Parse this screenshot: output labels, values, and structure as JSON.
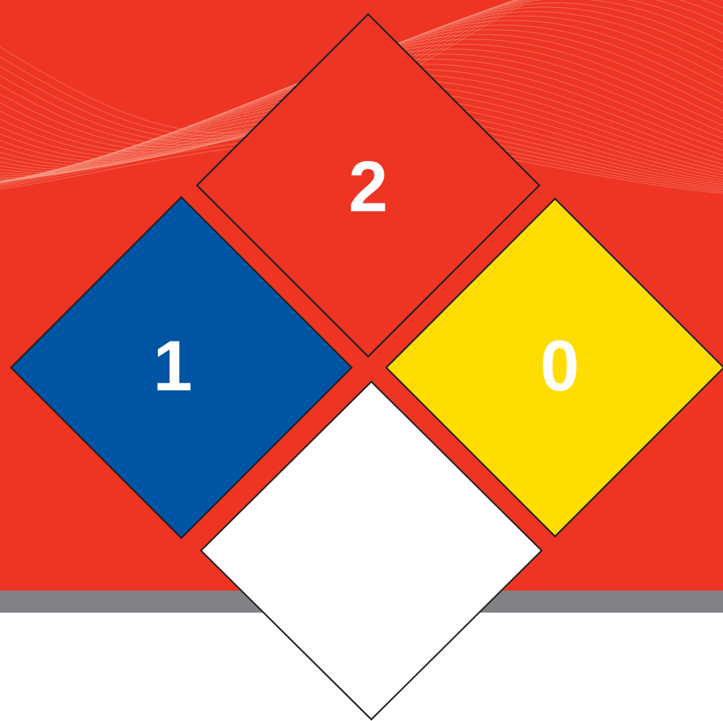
{
  "diagram": {
    "nodes": [
      {
        "text": [
          "2"
        ]
      },
      {
        "text": [
          "1"
        ]
      },
      {
        "text": [
          "0"
        ]
      }
    ]
  }
}
